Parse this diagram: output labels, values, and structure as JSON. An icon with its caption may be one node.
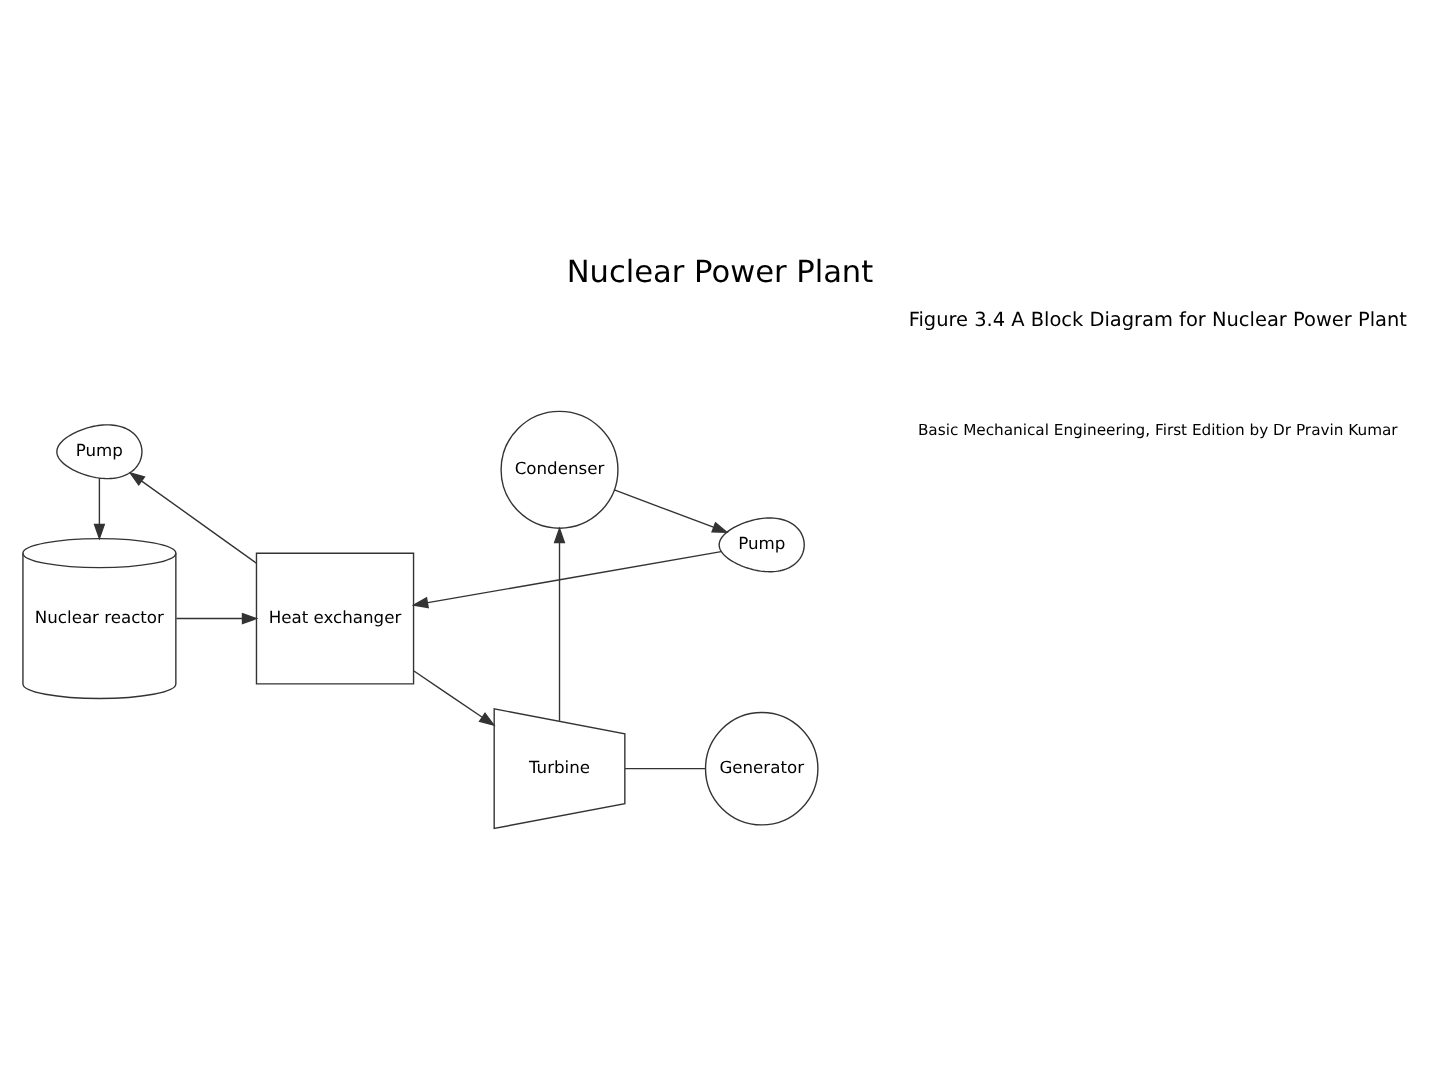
{
  "diagram": {
    "title": "Nuclear Power Plant",
    "caption": "Figure 3.4 A Block Diagram for Nuclear Power Plant",
    "nodes": [
      {
        "text": [
          "Nuclear reactor"
        ]
      },
      {
        "text": [
          "Heat exchanger"
        ]
      },
      {
        "text": [
          "Turbine"
        ]
      },
      {
        "text": [
          "Generator"
        ]
      },
      {
        "text": [
          "Pump"
        ]
      },
      {
        "text": [
          "Pump"
        ]
      },
      {
        "text": [
          "Condenser"
        ]
      }
    ],
    "edges": [
      {
        "from": 0,
        "to": 1,
        "arrow": "to"
      },
      {
        "from": 1,
        "to": 4,
        "arrow": "to"
      },
      {
        "from": 4,
        "to": 0,
        "arrow": "to"
      },
      {
        "from": 1,
        "to": 2,
        "arrow": "to"
      },
      {
        "from": 2,
        "to": 3,
        "arrow": "none"
      },
      {
        "from": 2,
        "to": 6,
        "arrow": "to"
      },
      {
        "from": 6,
        "to": 5,
        "arrow": "to"
      },
      {
        "from": 5,
        "to": 1,
        "arrow": "to"
      }
    ],
    "labels": [
      "Basic Mechanical Engineering, First Edition by Dr Pravin Kumar"
    ]
  }
}
